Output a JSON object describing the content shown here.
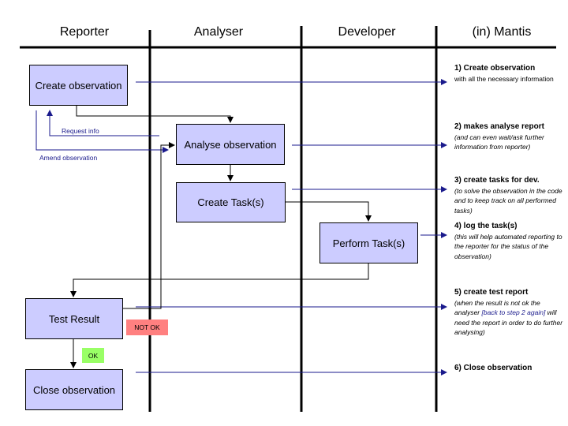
{
  "lanes": {
    "reporter": "Reporter",
    "analyser": "Analyser",
    "developer": "Developer",
    "mantis": "(in) Mantis"
  },
  "boxes": {
    "create_observation": "Create observation",
    "analyse_observation": "Analyse observation",
    "create_tasks": "Create Task(s)",
    "perform_tasks": "Perform Task(s)",
    "test_result": "Test Result",
    "close_observation": "Close observation"
  },
  "labels": {
    "request_info": "Request info",
    "amend_observation": "Amend observation",
    "not_ok": "NOT OK",
    "ok": "OK"
  },
  "colors": {
    "box_fill": "#ccccff",
    "arrow_blue": "#1a1a8c",
    "not_ok_fill": "#ff8080",
    "ok_fill": "#99ff66"
  },
  "notes": [
    {
      "head": "1) Create observation",
      "body": "with all the necessary information"
    },
    {
      "head": "2) makes analyse report",
      "body": "(and can even wait/ask further information from reporter)"
    },
    {
      "head": "3) create tasks for dev.",
      "body": "(to solve the observation in the code and to keep track on all performed tasks)"
    },
    {
      "head": "4) log the task(s)",
      "body": "(this will help automated reporting to the reporter for the status of the observation)"
    },
    {
      "head": "5) create test report",
      "body_pre": "(when the result is not ok the analyser ",
      "body_link": "[back to step 2 again]",
      "body_post": " will need the report in order to do further analysing)"
    },
    {
      "head": "6) Close observation",
      "body": ""
    }
  ]
}
